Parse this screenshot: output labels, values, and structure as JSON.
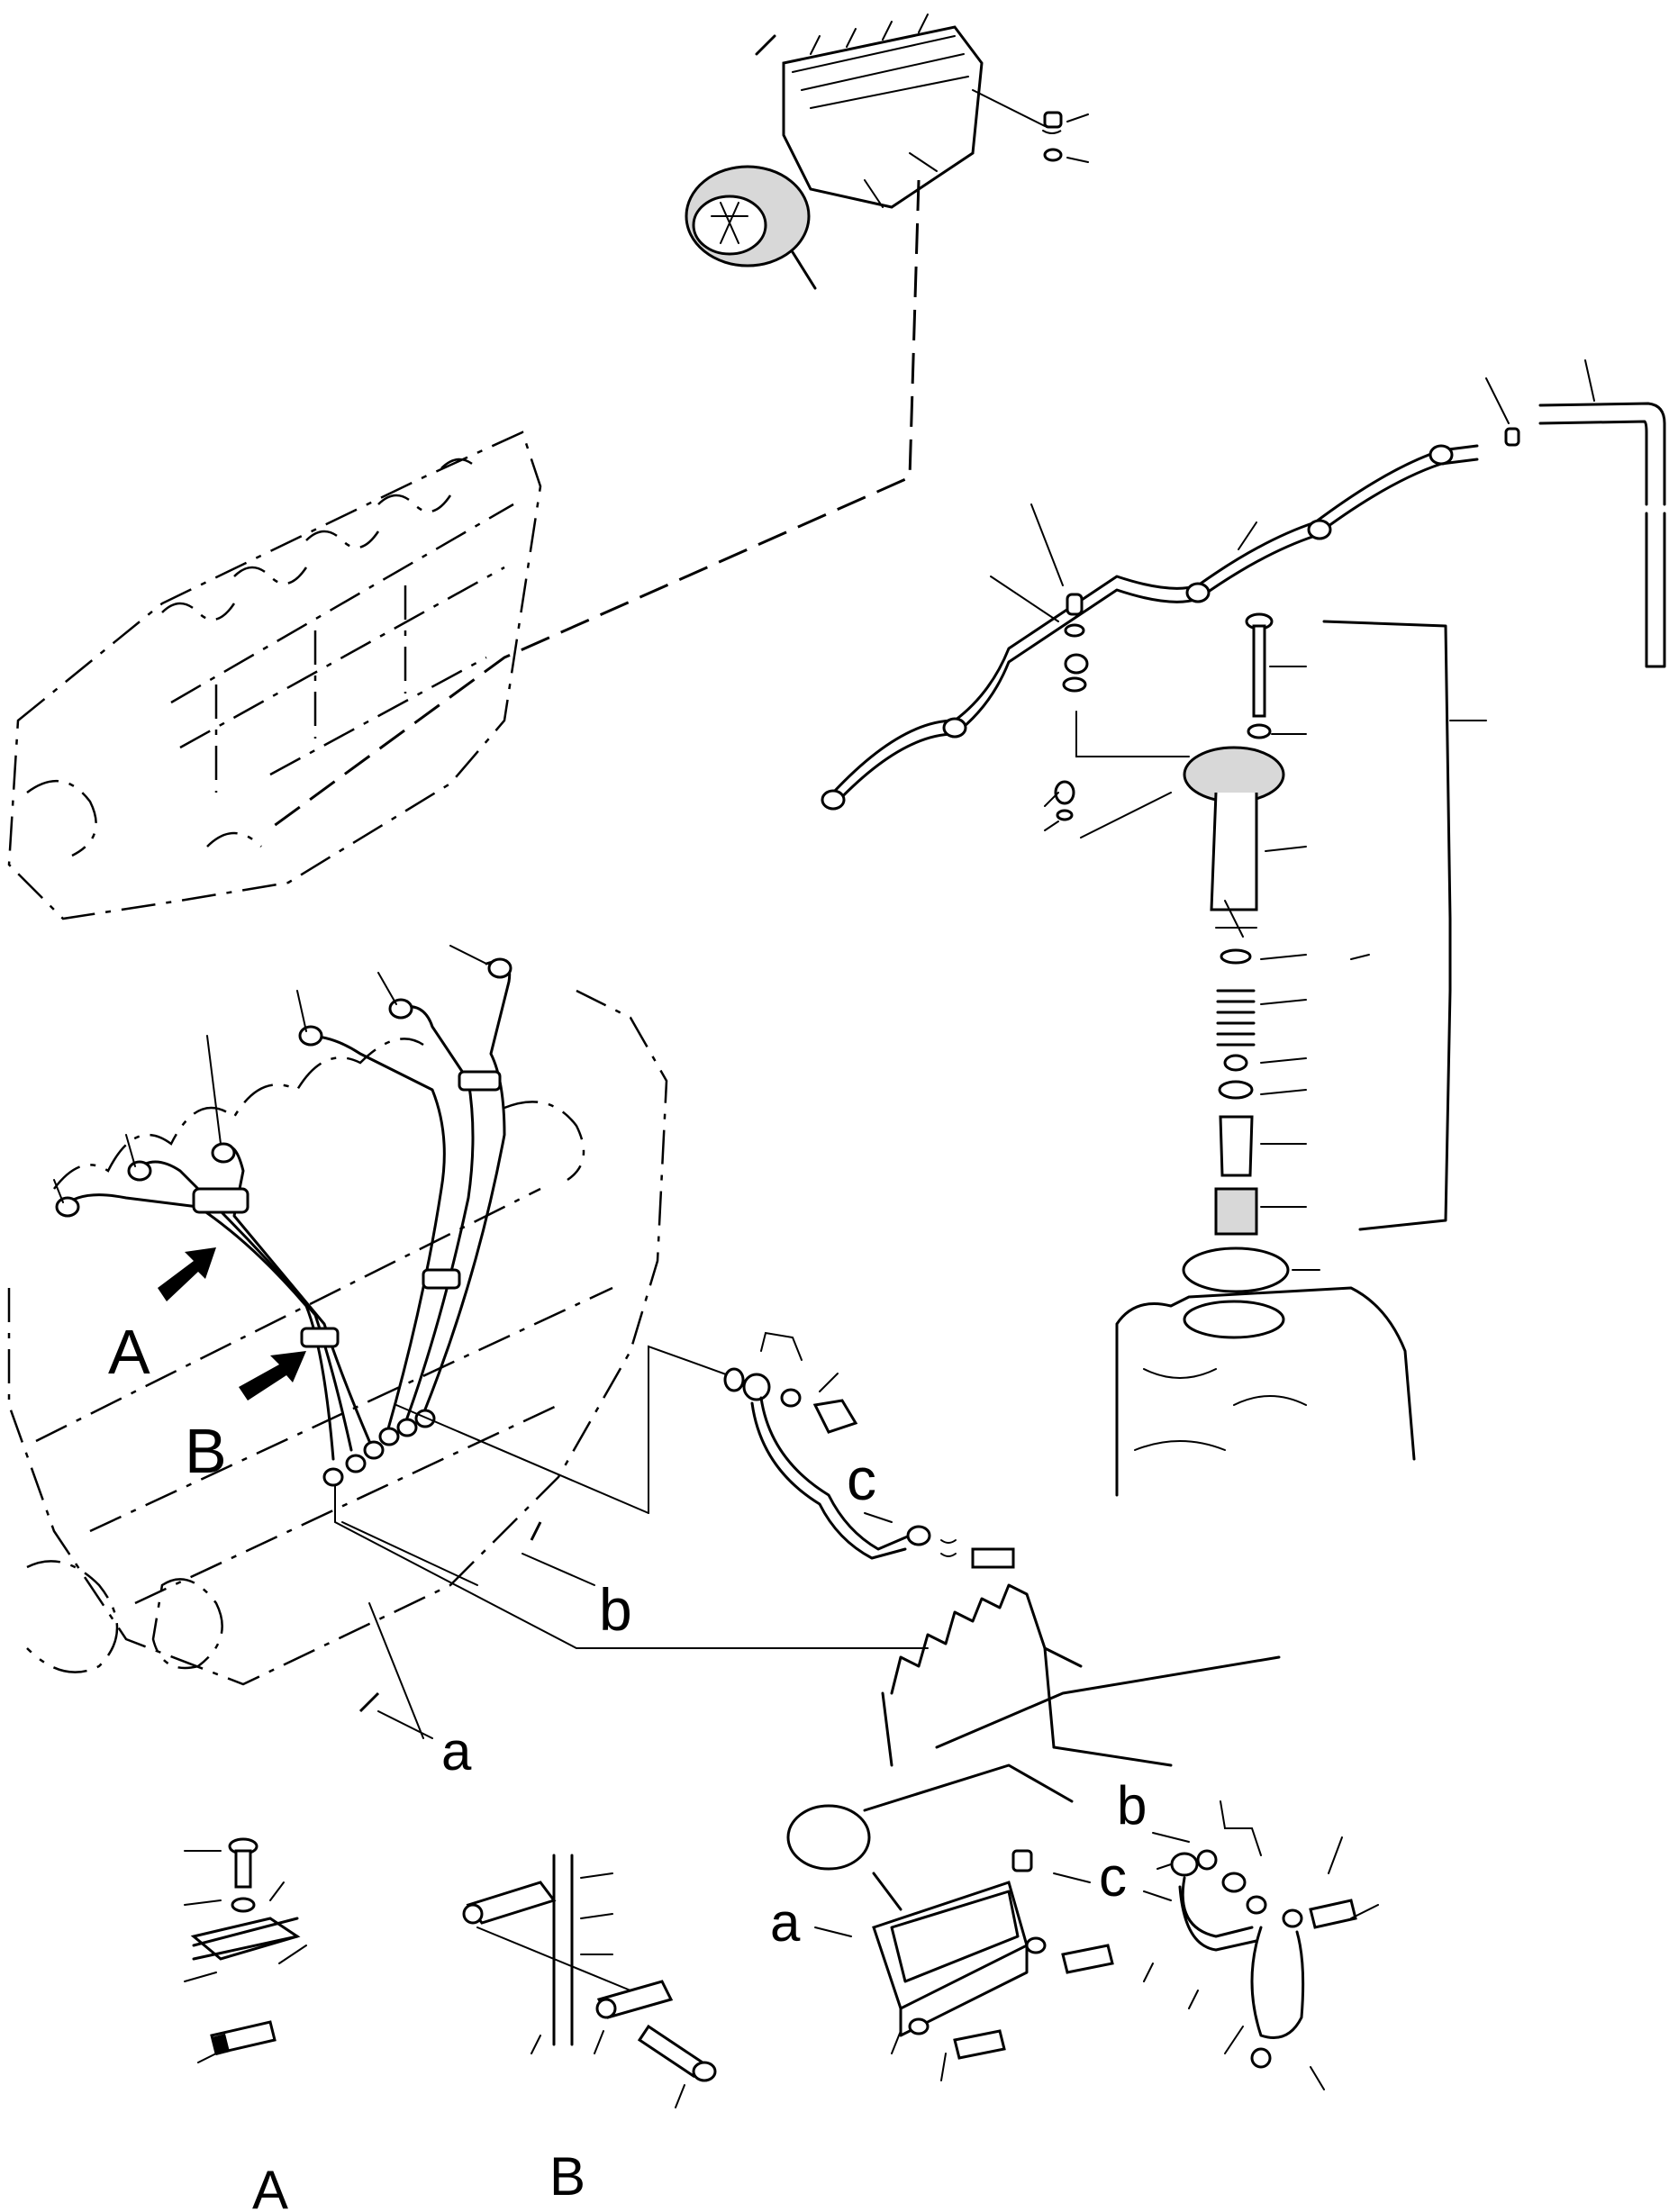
{
  "diagram": {
    "callouts": {
      "arrow_A": "A",
      "arrow_B": "B",
      "letter_c_upper": "c",
      "letter_b_upper": "b",
      "letter_a_left": "a",
      "letter_b_lower": "b",
      "letter_c_lower": "c",
      "letter_a_lower": "a"
    },
    "detail_captions": {
      "detail_A": "A",
      "detail_B": "B"
    }
  }
}
